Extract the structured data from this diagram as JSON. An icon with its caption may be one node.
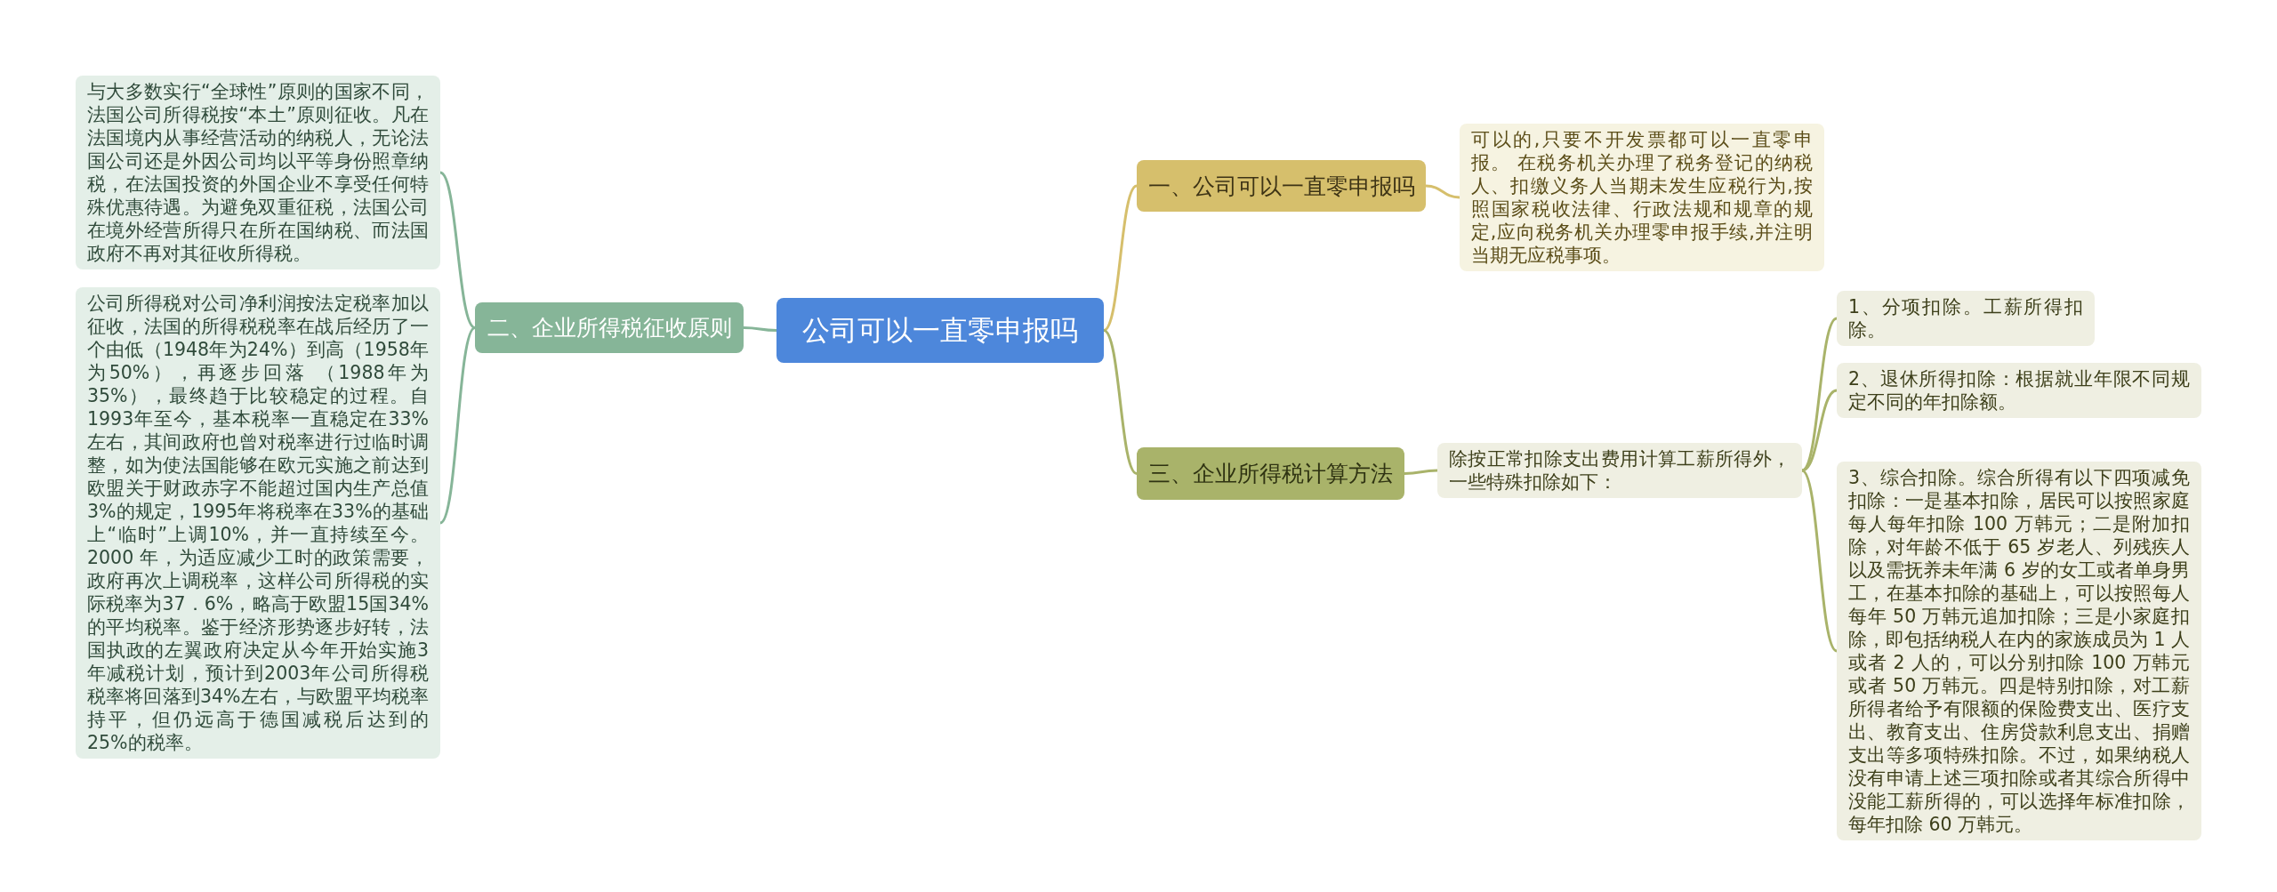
{
  "diagram": {
    "nodes": [
      {
        "text": [
          "公司可以一直零申报吗"
        ]
      },
      {
        "text": [
          "一、公司可以一直零申报吗"
        ]
      },
      {
        "text": [
          "可以的,只要不开发票都可以一直零申报。 在税务机关办理了税务登记的纳税人、扣缴义务人当期未发生应税行为,按照国家税收法律、行政法规和规章的规定,应向税务机关办理零申报手续,并注明当期无应税事项。"
        ]
      },
      {
        "text": [
          "二、企业所得税征收原则"
        ]
      },
      {
        "text": [
          "与大多数实行“全球性”原则的国家不同，法国公司所得税按“本土”原则征收。凡在法国境内从事经营活动的纳税人，无论法国公司还是外因公司均以平等身份照章纳税，在法国投资的外国企业不享受任何特殊优惠待遇。为避免双重征税，法国公司在境外经营所得只在所在国纳税、而法国政府不再对其征收所得税。"
        ]
      },
      {
        "text": [
          "公司所得税对公司净利润按法定税率加以征收，法国的所得税税率在战后经历了一个由低（1948年为24%）到高（1958年为50%），再逐步回落 （1988年为35%），最终趋于比较稳定的过程。自1993年至今，基本税率一直稳定在33%左右，其间政府也曾对税率进行过临时调整，如为使法国能够在欧元实施之前达到欧盟关于财政赤字不能超过国内生产总值3%的规定，1995年将税率在33%的基础上“临时”上调10%，并一直持续至今。2000 年，为适应减少工时的政策需要，政府再次上调税率，这样公司所得税的实际税率为37．6%，略高于欧盟15国34%的平均税率。鉴于经济形势逐步好转，法国执政的左翼政府决定从今年开始实施3年减税计划，预计到2003年公司所得税税率将回落到34%左右，与欧盟平均税率持平，但仍远高于德国减税后达到的 25%的税率。"
        ]
      },
      {
        "text": [
          "三、企业所得税计算方法"
        ]
      },
      {
        "text": [
          "除按正常扣除支出费用计算工薪所得外，一些特殊扣除如下："
        ]
      },
      {
        "text": [
          "1、分项扣除。工薪所得扣除。"
        ]
      },
      {
        "text": [
          "2、退休所得扣除：根据就业年限不同规定不同的年扣除额。"
        ]
      },
      {
        "text": [
          "3、综合扣除。综合所得有以下四项减免扣除：一是基本扣除，居民可以按照家庭每人每年扣除 100 万韩元；二是附加扣除，对年龄不低于 65 岁老人、列残疾人以及需抚养未年满 6 岁的女工或者单身男工，在基本扣除的基础上，可以按照每人每年 50 万韩元追加扣除；三是小家庭扣除，即包括纳税人在内的家族成员为 1 人或者 2 人的，可以分别扣除 100 万韩元或者 50 万韩元。四是特别扣除，对工薪所得者给予有限额的保险费支出、医疗支出、教育支出、住房贷款利息支出、捐赠支出等多项特殊扣除。不过，如果纳税人没有申请上述三项扣除或者其综合所得中没能工薪所得的，可以选择年标准扣除，每年扣除 60 万韩元。"
        ]
      }
    ],
    "edges": [
      {
        "from": 0,
        "to": 1,
        "arrow": "none",
        "color": "#d6bf6c"
      },
      {
        "from": 1,
        "to": 2,
        "arrow": "none",
        "color": "#d6bf6c"
      },
      {
        "from": 0,
        "to": 3,
        "arrow": "none",
        "color": "#86b598"
      },
      {
        "from": 3,
        "to": 4,
        "arrow": "none",
        "color": "#86b598"
      },
      {
        "from": 3,
        "to": 5,
        "arrow": "none",
        "color": "#86b598"
      },
      {
        "from": 0,
        "to": 6,
        "arrow": "none",
        "color": "#a9b36a"
      },
      {
        "from": 6,
        "to": 7,
        "arrow": "none",
        "color": "#a9b36a"
      },
      {
        "from": 7,
        "to": 8,
        "arrow": "none",
        "color": "#a9b36a"
      },
      {
        "from": 7,
        "to": 9,
        "arrow": "none",
        "color": "#a9b36a"
      },
      {
        "from": 7,
        "to": 10,
        "arrow": "none",
        "color": "#a9b36a"
      }
    ]
  }
}
